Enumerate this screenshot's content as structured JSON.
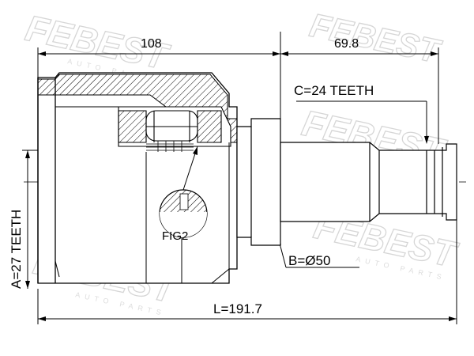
{
  "dimensions": {
    "top_left": "108",
    "top_right": "69.8",
    "overall_length": "L=191.7",
    "spline_outer": "C=24 TEETH",
    "spline_inner": "A=27 TEETH",
    "shaft_diameter": "B=Ø50"
  },
  "callouts": {
    "fig": "FIG2"
  },
  "watermark": {
    "brand": "FEBEST",
    "sub": "AUTO PARTS"
  },
  "colors": {
    "line": "#000000",
    "hatch": "#000000",
    "watermark": "#d6d6d6"
  }
}
